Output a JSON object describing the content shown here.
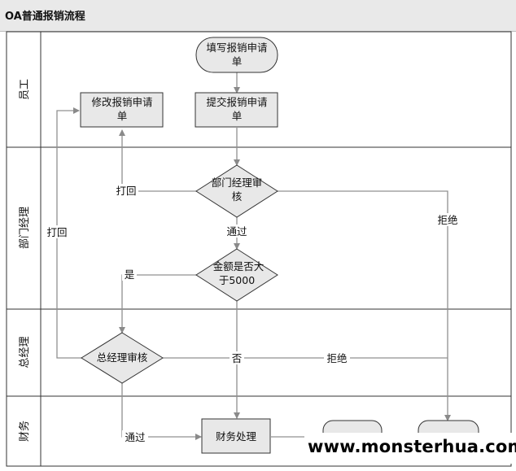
{
  "title": "OA普通报销流程",
  "lanes": {
    "employee": "员工",
    "dept_manager": "部门经理",
    "general_manager": "总经理",
    "finance": "财务"
  },
  "nodes": {
    "start": [
      "填写报销申请",
      "单"
    ],
    "modify": [
      "修改报销申请",
      "单"
    ],
    "submit": [
      "提交报销申请",
      "单"
    ],
    "dept_review": [
      "部门经理审",
      "核"
    ],
    "amount_check": [
      "金额是否大",
      "于5000"
    ],
    "gm_review": [
      "总经理审核"
    ],
    "finance_process": [
      "财务处理"
    ]
  },
  "edge_labels": {
    "return_dept": "打回",
    "return_gm": "打回",
    "pass_dept": "通过",
    "reject_dept": "拒绝",
    "yes": "是",
    "no": "否",
    "reject_gm": "拒绝",
    "pass_gm": "通过"
  },
  "watermark": "www.monsterhua.com",
  "colors": {
    "box_fill": "#e8e8e8",
    "line": "#909090",
    "frame": "#333333"
  }
}
